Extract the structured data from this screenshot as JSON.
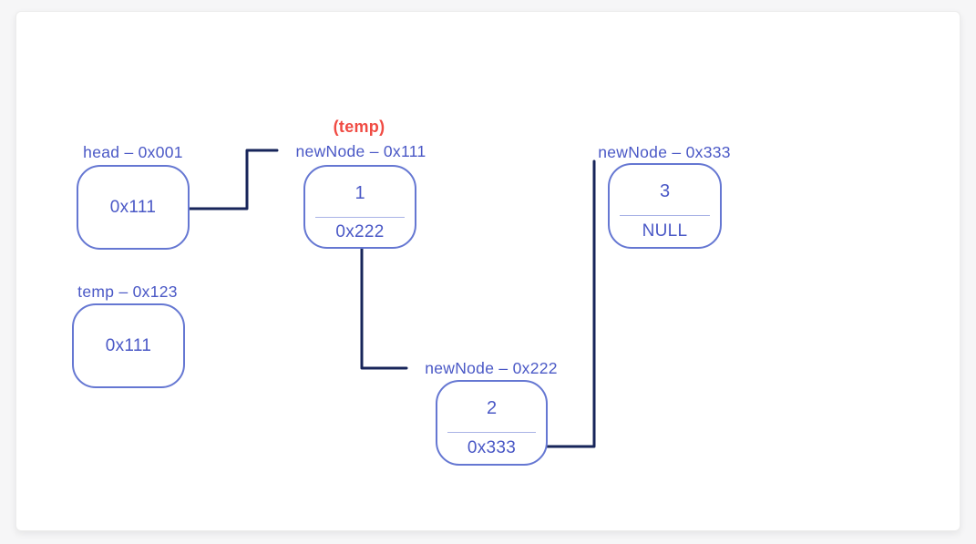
{
  "diagram_type": "linked-list-insertion-diagram",
  "colors": {
    "label_blue": "#4a58c6",
    "box_border": "#6577d2",
    "divider_blue": "#a9b3e6",
    "connector_navy": "#17255a",
    "temp_red": "#f04b43",
    "card_background": "#ffffff",
    "page_background": "#f6f6f7"
  },
  "annotation": {
    "text": "(temp)"
  },
  "variables": [
    {
      "id": "head",
      "label": "head – 0x001",
      "value": "0x111"
    },
    {
      "id": "temp",
      "label": "temp – 0x123",
      "value": "0x111"
    }
  ],
  "nodes": [
    {
      "id": "newNode111",
      "label": "newNode – 0x111",
      "data": "1",
      "next": "0x222"
    },
    {
      "id": "newNode222",
      "label": "newNode – 0x222",
      "data": "2",
      "next": "0x333"
    },
    {
      "id": "newNode333",
      "label": "newNode – 0x333",
      "data": "3",
      "next": "NULL"
    }
  ],
  "pointers": [
    {
      "from": "head.value 0x111",
      "to": "newNode – 0x111"
    },
    {
      "from": "newNode111.next 0x222",
      "to": "newNode – 0x222"
    },
    {
      "from": "newNode222.next 0x333",
      "to": "newNode – 0x333"
    }
  ]
}
